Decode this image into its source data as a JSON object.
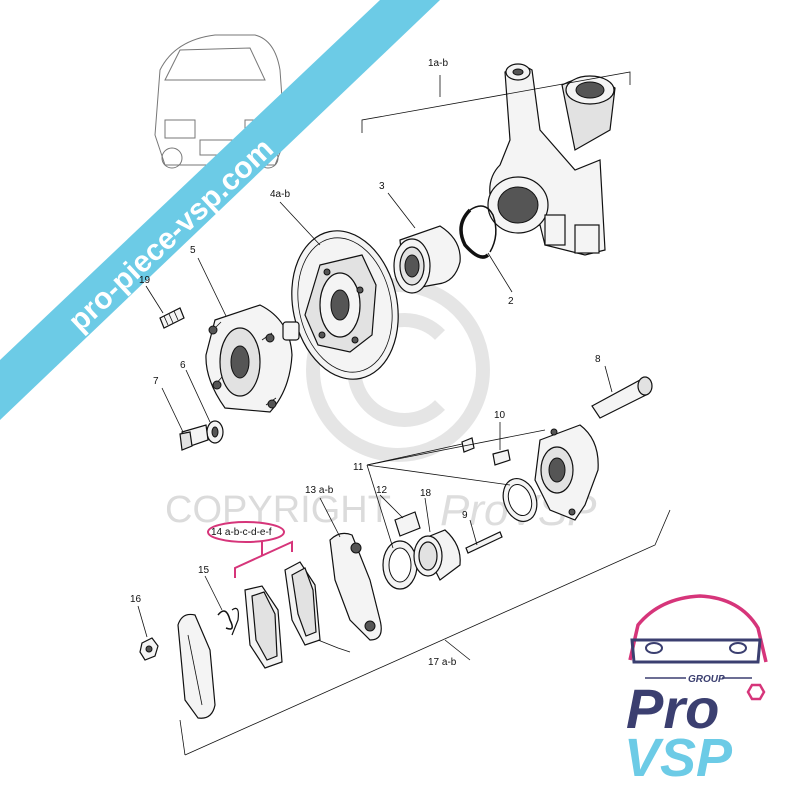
{
  "watermark": {
    "banner_text": "pro-piece-vsp.com",
    "copyright_text": "COPYRIGHT",
    "copyright_brand": "ProVSP",
    "copyright_symbol": "©",
    "banner_color": "#6ccbe6"
  },
  "logo": {
    "group_text": "GROUP",
    "line1": "Pro",
    "line2": "VSP",
    "primary_color": "#3b3f70",
    "accent_color": "#d6357a",
    "secondary_color": "#6ccbe6"
  },
  "callouts": {
    "p1": "1a-b",
    "p2": "2",
    "p3": "3",
    "p4": "4a-b",
    "p5": "5",
    "p6": "6",
    "p7": "7",
    "p8": "8",
    "p9": "9",
    "p10": "10",
    "p11": "11",
    "p12": "12",
    "p13": "13 a-b",
    "p14": "14 a-b-c-d-e-f",
    "p15": "15",
    "p16": "16",
    "p17": "17 a-b",
    "p18": "18",
    "p19": "19"
  },
  "highlight_color": "#d6357a"
}
